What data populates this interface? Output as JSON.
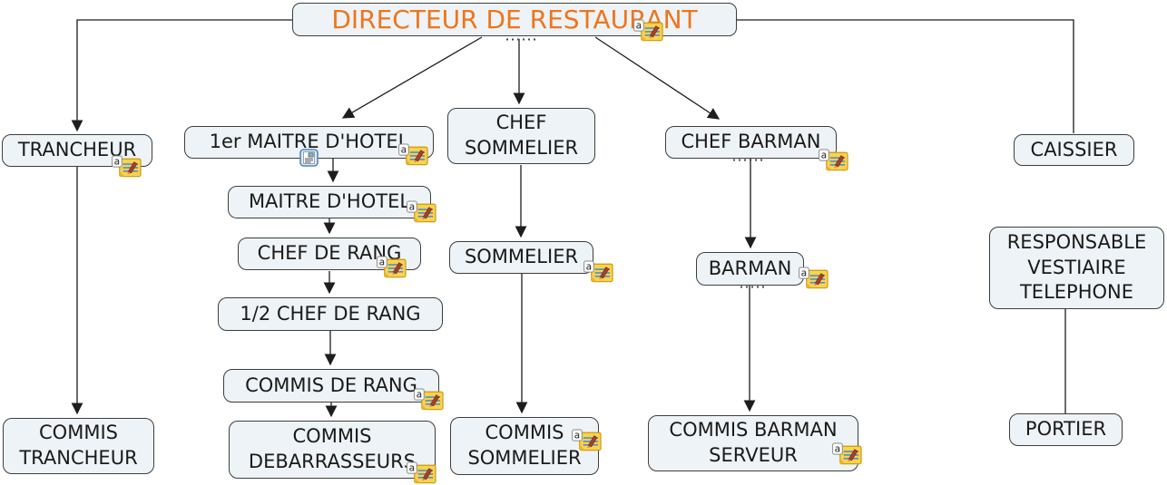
{
  "app": {
    "type": "mind-map organization chart",
    "background": "#ffffff"
  },
  "palette": {
    "node_fill": "#edf3f6",
    "node_border": "#3e3e3e",
    "node_text": "#1a1a1a",
    "root_text": "#ee751d",
    "connector": "#1d1d1d",
    "note_icon_paper": "#ffd24a",
    "note_icon_border": "#c59a12",
    "note_icon_lines": "#4d8fd6",
    "doc_icon_border": "#4f86c6"
  },
  "icons": {
    "note": "note-edit-icon",
    "document": "document-image-icon"
  },
  "nodes": {
    "root": {
      "label": "DIRECTEUR DE RESTAURANT",
      "has_note": true
    },
    "trancheur": {
      "label": "TRANCHEUR",
      "has_note": true
    },
    "commis_trancheur": {
      "label": "COMMIS TRANCHEUR",
      "has_note": false
    },
    "premier_maitre_hotel": {
      "label": "1er MAITRE D'HOTEL",
      "has_note": true,
      "has_document": true
    },
    "maitre_hotel": {
      "label": "MAITRE D'HOTEL",
      "has_note": true
    },
    "chef_de_rang": {
      "label": "CHEF DE RANG",
      "has_note": true
    },
    "demi_chef_de_rang": {
      "label": "1/2 CHEF DE RANG",
      "has_note": false
    },
    "commis_de_rang": {
      "label": "COMMIS DE RANG",
      "has_note": true
    },
    "commis_debarrasseurs": {
      "label": "COMMIS DEBARRASSEURS",
      "has_note": true
    },
    "chef_sommelier": {
      "label": "CHEF SOMMELIER",
      "has_note": false
    },
    "sommelier": {
      "label": "SOMMELIER",
      "has_note": true
    },
    "commis_sommelier": {
      "label": "COMMIS SOMMELIER",
      "has_note": true
    },
    "chef_barman": {
      "label": "CHEF BARMAN",
      "has_note": true
    },
    "barman": {
      "label": "BARMAN",
      "has_note": true
    },
    "commis_barman_serveur": {
      "label": "COMMIS BARMAN SERVEUR",
      "has_note": true
    },
    "caissier": {
      "label": "CAISSIER",
      "has_note": false
    },
    "responsable_vestiaire_telephone": {
      "label": "RESPONSABLE VESTIAIRE TELEPHONE",
      "has_note": false
    },
    "portier": {
      "label": "PORTIER",
      "has_note": false
    }
  },
  "edges": [
    {
      "from": "root",
      "to": "trancheur",
      "arrow": true
    },
    {
      "from": "root",
      "to": "premier_maitre_hotel",
      "arrow": true
    },
    {
      "from": "root",
      "to": "chef_sommelier",
      "arrow": true
    },
    {
      "from": "root",
      "to": "chef_barman",
      "arrow": true
    },
    {
      "from": "root",
      "to": "caissier",
      "arrow": false
    },
    {
      "from": "trancheur",
      "to": "commis_trancheur",
      "arrow": true
    },
    {
      "from": "premier_maitre_hotel",
      "to": "maitre_hotel",
      "arrow": true
    },
    {
      "from": "maitre_hotel",
      "to": "chef_de_rang",
      "arrow": true
    },
    {
      "from": "chef_de_rang",
      "to": "demi_chef_de_rang",
      "arrow": true
    },
    {
      "from": "demi_chef_de_rang",
      "to": "commis_de_rang",
      "arrow": true
    },
    {
      "from": "commis_de_rang",
      "to": "commis_debarrasseurs",
      "arrow": true
    },
    {
      "from": "chef_sommelier",
      "to": "sommelier",
      "arrow": true
    },
    {
      "from": "sommelier",
      "to": "commis_sommelier",
      "arrow": true
    },
    {
      "from": "chef_barman",
      "to": "barman",
      "arrow": true
    },
    {
      "from": "barman",
      "to": "commis_barman_serveur",
      "arrow": true
    },
    {
      "from": "responsable_vestiaire_telephone",
      "to": "portier",
      "arrow": false
    }
  ]
}
